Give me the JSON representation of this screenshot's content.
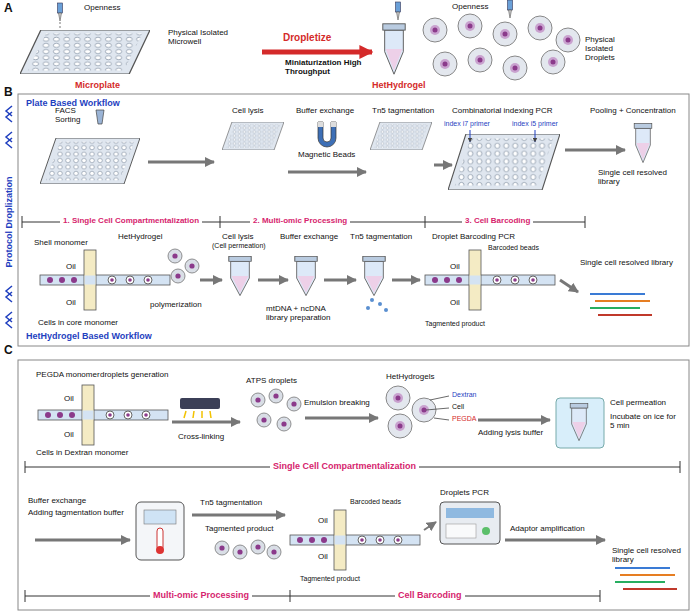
{
  "diagram": {
    "labels": [
      "A",
      "Openness",
      "Physical Isolated Microwell",
      "Microplate",
      "Dropletize",
      "Miniaturization High Throughput",
      "Openness",
      "Physical Isolated Droplets",
      "HetHydrogel",
      "B",
      "Plate Based Workflow",
      "FACS Sorting",
      "Cell lysis",
      "Buffer exchange",
      "Magnetic Beads",
      "Tn5 tagmentation",
      "Combinatorial indexing PCR",
      "index i7 primer",
      "index i5 primer",
      "Pooling + Concentration",
      "Single cell resolved library",
      "1. Single Cell Compartmentalization",
      "2. Multi-omic Processing",
      "3. Cell Barcoding",
      "Protocol Droplization",
      "Shell monomer",
      "HetHydrogel",
      "Oil",
      "Oil",
      "polymerization",
      "Cells in core monomer",
      "Cell lysis",
      "(Cell permeation)",
      "Buffer exchange",
      "Tn5 tagmentation",
      "mtDNA + ncDNA library preparation",
      "Droplet Barcoding PCR",
      "Barcoded beads",
      "Oil",
      "Oil",
      "Tagmented product",
      "Single cell resolved library",
      "HetHydrogel Based Workflow",
      "C",
      "PEGDA monomer",
      "droplets generation",
      "Oil",
      "Oil",
      "Cells in Dextran monomer",
      "Cross-linking",
      "ATPS droplets",
      "Emulsion breaking",
      "HetHydrogels",
      "Dextran",
      "Cell",
      "PEGDA",
      "Adding lysis buffer",
      "Cell permeation",
      "Incubate on ice for 5 min",
      "Single Cell Compartmentalization",
      "Buffer exchange",
      "Adding tagmentation buffer",
      "Tn5 tagmentation",
      "Tagmented product",
      "Barcoded beads",
      "Tagmented product",
      "Oil",
      "Oil",
      "Droplets PCR",
      "Adaptor amplification",
      "Single cell resolved library",
      "Multi-omic Processing",
      "Cell Barcoding"
    ]
  }
}
